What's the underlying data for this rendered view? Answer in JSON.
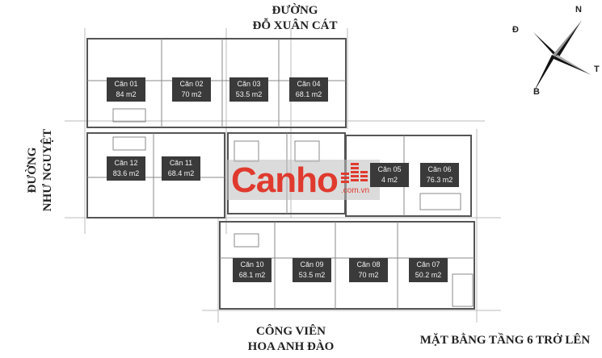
{
  "roads": {
    "top": [
      "ĐƯỜNG",
      "ĐỖ XUÂN CÁT"
    ],
    "left": [
      "ĐƯỜNG",
      "NHƯ NGUYỆT"
    ],
    "bottom": [
      "CÔNG VIÊN",
      "HOA ANH ĐÀO"
    ]
  },
  "plan_title": "MẶT BẰNG TẦNG 6 TRỞ LÊN",
  "compass": {
    "north": "N",
    "east": "Đ",
    "south": "B",
    "west": "T"
  },
  "units": [
    {
      "name": "Căn 01",
      "area": "84 m2"
    },
    {
      "name": "Căn 02",
      "area": "70 m2"
    },
    {
      "name": "Căn 03",
      "area": "53.5 m2"
    },
    {
      "name": "Căn 04",
      "area": "68.1 m2"
    },
    {
      "name": "Căn 05",
      "area": "4 m2"
    },
    {
      "name": "Căn 06",
      "area": "76.3 m2"
    },
    {
      "name": "Căn 07",
      "area": "50.2 m2"
    },
    {
      "name": "Căn 08",
      "area": "70 m2"
    },
    {
      "name": "Căn 09",
      "area": "53.5 m2"
    },
    {
      "name": "Căn 10",
      "area": "68.1 m2"
    },
    {
      "name": "Căn 11",
      "area": "68.4 m2"
    },
    {
      "name": "Căn 12",
      "area": "83.6 m2"
    }
  ],
  "watermark": {
    "brand": "Canho",
    "domain": ".com.vn",
    "color": "#e03a2e"
  }
}
